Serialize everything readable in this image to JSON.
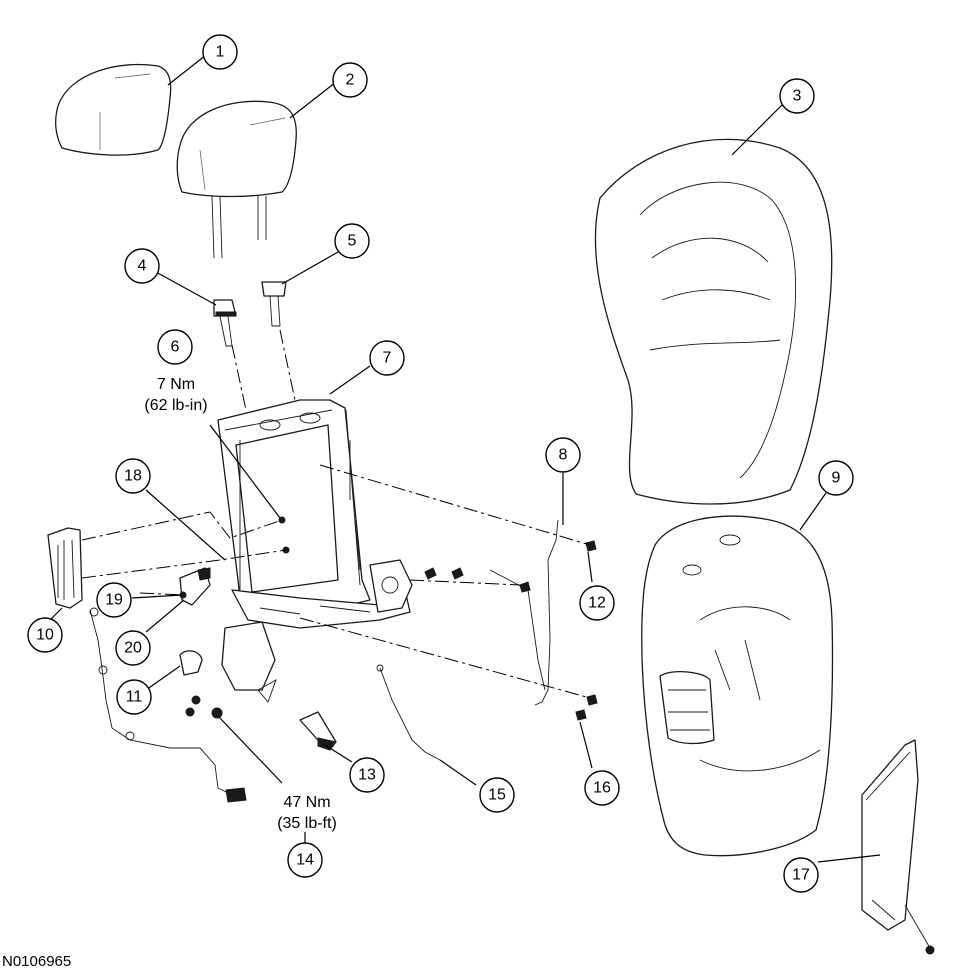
{
  "callouts": [
    "1",
    "2",
    "3",
    "4",
    "5",
    "6",
    "7",
    "8",
    "9",
    "10",
    "11",
    "12",
    "13",
    "14",
    "15",
    "16",
    "17",
    "18",
    "19",
    "20"
  ],
  "torque_specs": {
    "part_6": {
      "metric": "7 Nm",
      "imperial": "(62 lb-in)"
    },
    "part_14": {
      "metric": "47 Nm",
      "imperial": "(35 lb-ft)"
    }
  },
  "reference_number": "N0106965"
}
